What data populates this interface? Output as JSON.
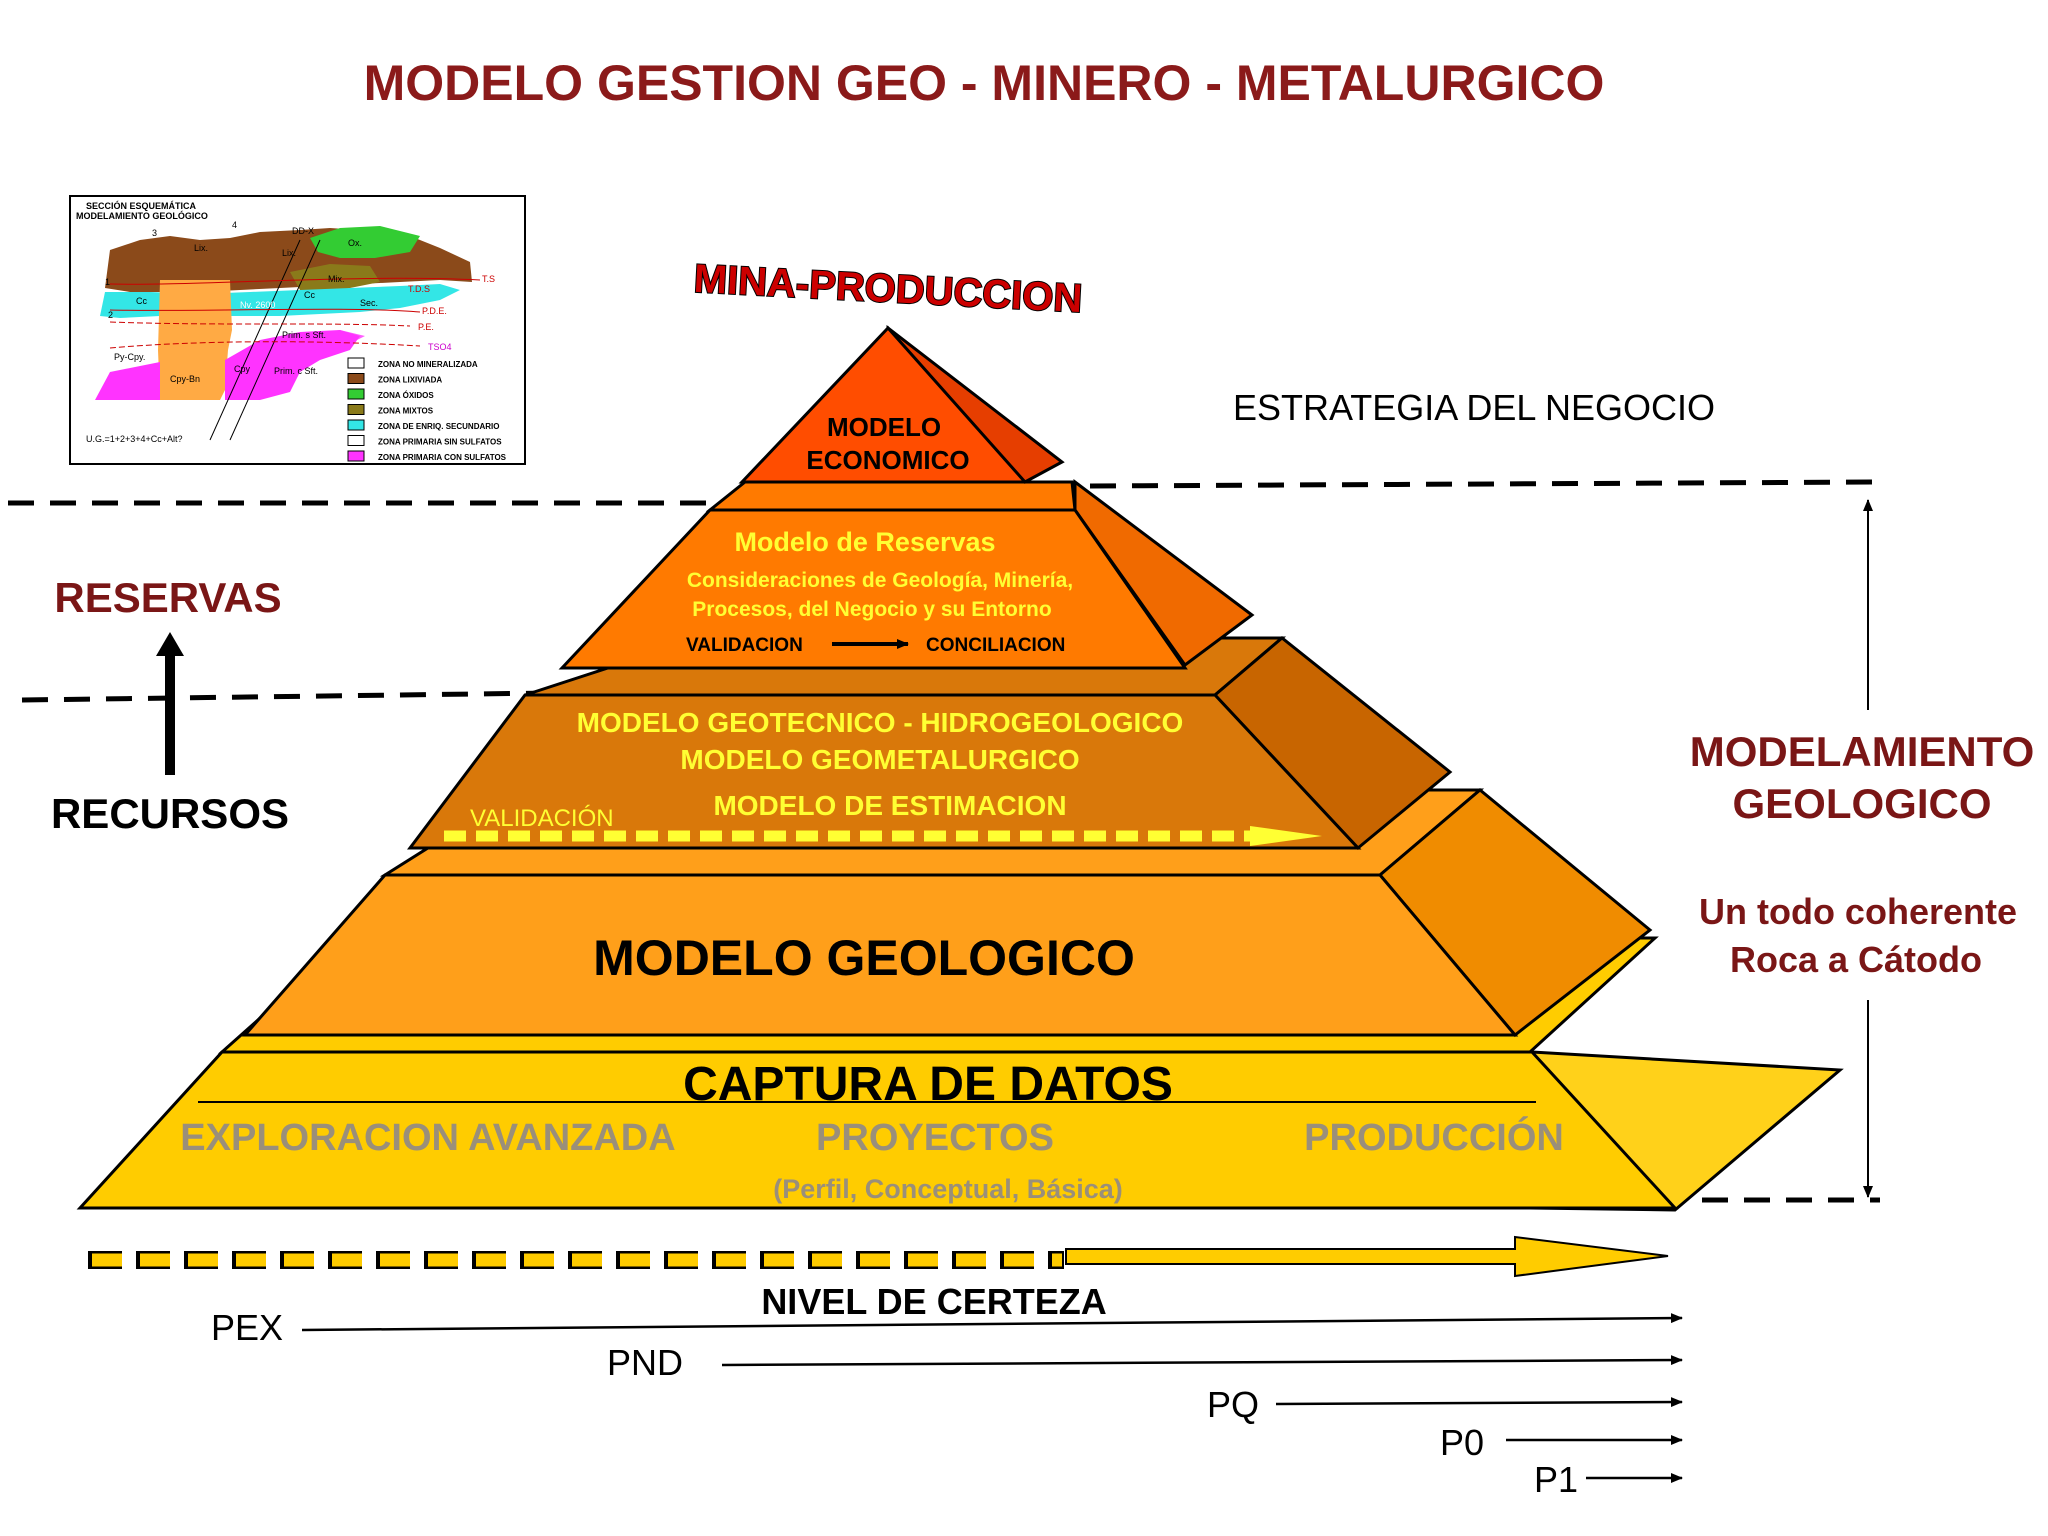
{
  "title": "MODELO GESTION GEO - MINERO - METALURGICO",
  "colors": {
    "title": "#8b1a1a",
    "darkred": "#7a1616",
    "tier1_front": "#ff4d00",
    "tier1_side": "#e63e00",
    "tier2_front": "#ff7a00",
    "tier2_side": "#f06a00",
    "tier3_front": "#d9780a",
    "tier3_side": "#c86500",
    "tier4_front": "#ff9f1a",
    "tier4_side": "#f08c00",
    "tier5_front": "#ffcc00",
    "tier5_side": "#ffd11a",
    "yellow_text": "#ffff33",
    "gray_text": "#9a8f7a"
  },
  "inset": {
    "title_line1": "SECCIÓN ESQUEMÁTICA",
    "title_line2": "MODELAMIENTO GEOLÓGICO",
    "labels": [
      "3",
      "4",
      "1",
      "2",
      "Lix.",
      "Lix.",
      "DD-X",
      "Ox.",
      "Mix.",
      "T.S",
      "T.D.S",
      "Cc",
      "Cc",
      "Nv. 2600",
      "Sec.",
      "P.D.E.",
      "P.E.",
      "Prim. s Sft.",
      "TSO4",
      "Py-Cpy.",
      "Cpy-Bn",
      "Cpy",
      "Prim. c Sft.",
      "U.G.=1+2+3+4+Cc+Alt?"
    ],
    "legend": [
      {
        "label": "ZONA NO MINERALIZADA",
        "color": "#ffffff"
      },
      {
        "label": "ZONA LIXIVIADA",
        "color": "#8b4a1a"
      },
      {
        "label": "ZONA ÓXIDOS",
        "color": "#33cc33"
      },
      {
        "label": "ZONA MIXTOS",
        "color": "#8a7a1a"
      },
      {
        "label": "ZONA DE ENRIQ. SECUNDARIO",
        "color": "#33e6e6"
      },
      {
        "label": "ZONA PRIMARIA SIN SULFATOS",
        "color": "#ffffff"
      },
      {
        "label": "ZONA PRIMARIA CON SULFATOS",
        "color": "#ff33ff"
      }
    ]
  },
  "apex_label": "MINA-PRODUCCION",
  "tier1": {
    "line1": "MODELO",
    "line2": "ECONOMICO"
  },
  "tier2": {
    "title": "Modelo de Reservas",
    "line1": "Consideraciones de Geología, Minería,",
    "line2": "Procesos, del Negocio y su Entorno",
    "validation": "VALIDACION",
    "conciliation": "CONCILIACION"
  },
  "tier3": {
    "line1": "MODELO GEOTECNICO - HIDROGEOLOGICO",
    "line2": "MODELO GEOMETALURGICO",
    "line3": "MODELO DE ESTIMACION",
    "validation": "VALIDACIÓN"
  },
  "tier4": {
    "title": "MODELO GEOLOGICO"
  },
  "tier5": {
    "title": "CAPTURA DE DATOS",
    "col1": "EXPLORACION AVANZADA",
    "col2": "PROYECTOS",
    "col3": "PRODUCCIÓN",
    "sub": "(Perfil,  Conceptual,  Básica)"
  },
  "left": {
    "reservas": "RESERVAS",
    "recursos": "RECURSOS"
  },
  "right": {
    "estrategia": "ESTRATEGIA DEL NEGOCIO",
    "model_line1": "MODELAMIENTO",
    "model_line2": "GEOLOGICO",
    "coherent_line1": "Un todo coherente",
    "coherent_line2": "Roca a Cátodo"
  },
  "bottom": {
    "certainty": "NIVEL DE CERTEZA",
    "levels": [
      "PEX",
      "PND",
      "PQ",
      "P0",
      "P1"
    ]
  }
}
